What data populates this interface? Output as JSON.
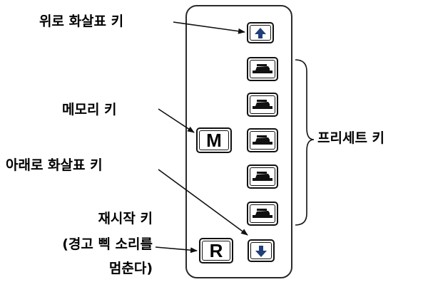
{
  "labels": {
    "up_arrow_key": "위로 화살표 키",
    "memory_key": "메모리 키",
    "down_arrow_key": "아래로 화살표 키",
    "reset_key_line1": "재시작 키",
    "reset_key_line2": "(경고 삑 소리를",
    "reset_key_line3": "멈춘다)",
    "preset_keys": "프리세트 키"
  },
  "keys": {
    "memory_letter": "M",
    "reset_letter": "R",
    "preset_count": 5
  },
  "colors": {
    "arrow_icon": "#1f3f7a",
    "stroke": "#111111"
  }
}
